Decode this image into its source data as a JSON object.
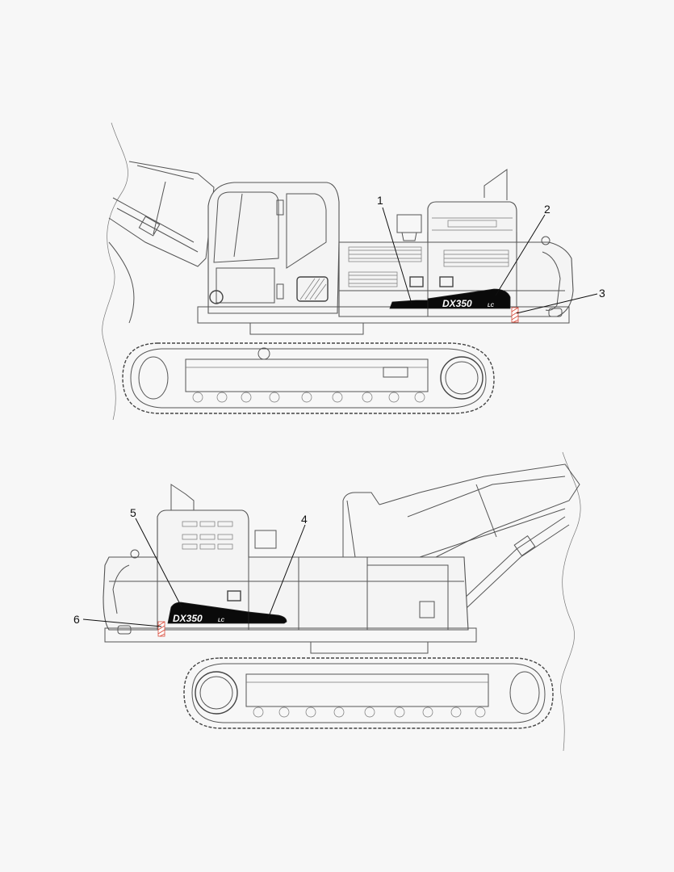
{
  "diagram": {
    "type": "decal-location-diagram",
    "subject": "crawler excavator",
    "model_decal_text": "DX350",
    "model_decal_suffix": "LC",
    "colors": {
      "background": "#f7f7f7",
      "linework": "#555555",
      "decal": "#0a0a0a",
      "warning_stripe": "#d94a3a"
    },
    "views": [
      {
        "name": "right-side-view",
        "callouts": [
          {
            "id": "1",
            "label": "1",
            "target": "rear decal strip (left segment)"
          },
          {
            "id": "2",
            "label": "2",
            "target": "model name decal"
          },
          {
            "id": "3",
            "label": "3",
            "target": "red/white hazard stripe on counterweight"
          }
        ]
      },
      {
        "name": "left-side-view",
        "callouts": [
          {
            "id": "4",
            "label": "4",
            "target": "rear decal strip (right segment)"
          },
          {
            "id": "5",
            "label": "5",
            "target": "model name decal"
          },
          {
            "id": "6",
            "label": "6",
            "target": "red/white hazard stripe on counterweight"
          }
        ]
      }
    ]
  }
}
